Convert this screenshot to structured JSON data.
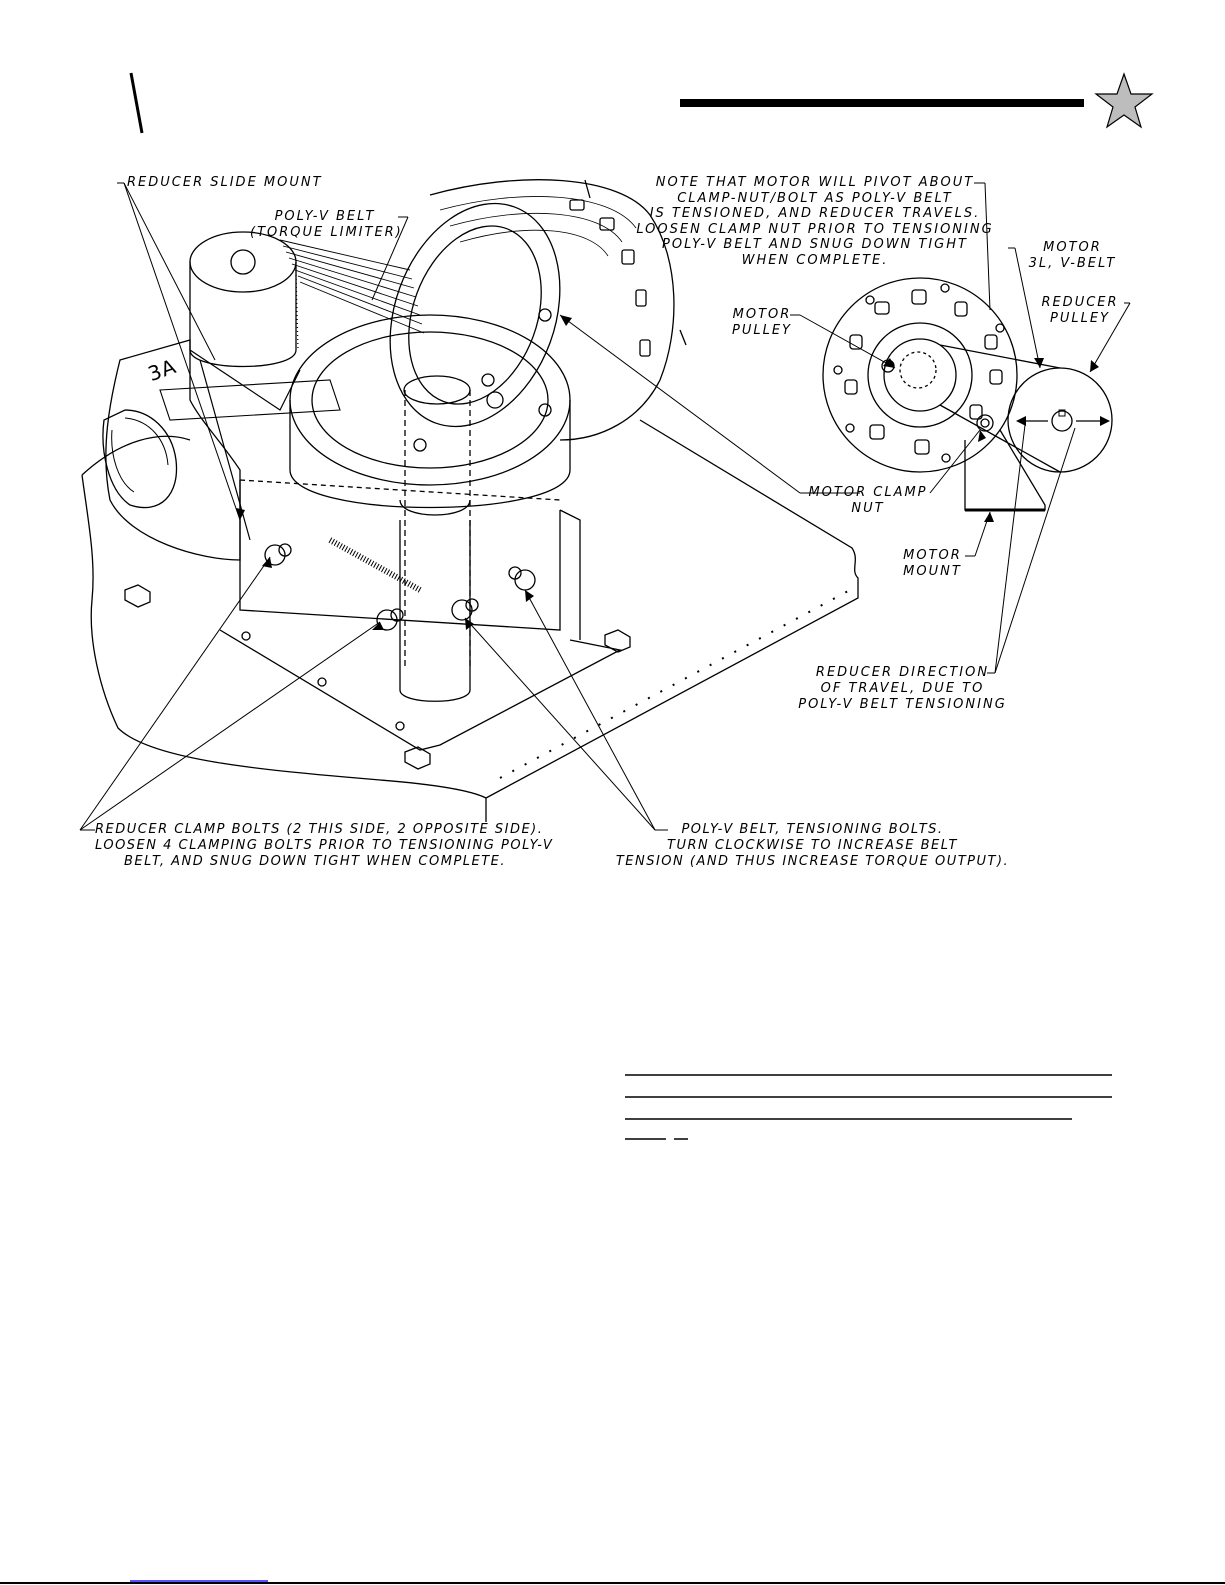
{
  "labels": {
    "reducer_slide_mount": "REDUCER SLIDE MOUNT",
    "poly_v_belt": [
      "POLY-V BELT",
      "(TORQUE LIMITER)"
    ],
    "pivot_note": [
      "NOTE THAT MOTOR WILL PIVOT ABOUT",
      "CLAMP-NUT/BOLT AS POLY-V BELT",
      "IS TENSIONED, AND REDUCER TRAVELS.",
      "LOOSEN CLAMP NUT PRIOR TO TENSIONING",
      "POLY-V BELT AND SNUG DOWN TIGHT",
      "WHEN COMPLETE."
    ],
    "motor_v_belt": [
      "MOTOR",
      "3L, V-BELT"
    ],
    "reducer_pulley": [
      "REDUCER",
      "PULLEY"
    ],
    "motor_pulley": [
      "MOTOR",
      "PULLEY"
    ],
    "motor_clamp_nut": [
      "MOTOR CLAMP",
      "NUT"
    ],
    "motor_mount": [
      "MOTOR",
      "MOUNT"
    ],
    "reducer_direction": [
      "REDUCER DIRECTION",
      "OF TRAVEL, DUE TO",
      "POLY-V BELT TENSIONING"
    ],
    "reducer_clamp_bolts": [
      "REDUCER CLAMP BOLTS (2 THIS SIDE, 2 OPPOSITE SIDE).",
      "LOOSEN 4 CLAMPING BOLTS PRIOR TO TENSIONING POLY-V",
      "BELT, AND SNUG DOWN TIGHT WHEN COMPLETE."
    ],
    "tensioning_bolts": [
      "POLY-V BELT, TENSIONING BOLTS.",
      "TURN CLOCKWISE TO INCREASE BELT",
      "TENSION (AND THUS INCREASE TORQUE OUTPUT)."
    ]
  },
  "housing_marking": "3A",
  "colors": {
    "ink": "#000000",
    "star_fill": "#bdbdbd",
    "footer_link": "#1a1aff"
  }
}
